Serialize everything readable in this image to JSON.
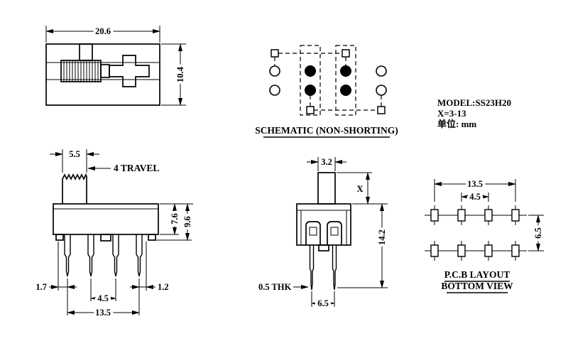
{
  "colors": {
    "ink": "#000000",
    "paper": "#ffffff"
  },
  "spec": {
    "model": "MODEL:SS23H20",
    "x_range": "X=3-13",
    "unit": "单位: mm"
  },
  "top_view": {
    "width": "20.6",
    "height": "10.4"
  },
  "schematic": {
    "title": "SCHEMATIC (NON-SHORTING)"
  },
  "front_view": {
    "knob_width": "5.5",
    "travel": "4 TRAVEL",
    "body_height": "7.6",
    "total_height": "9.6",
    "left_offset": "1.7",
    "pin_pitch": "4.5",
    "right_offset": "1.2",
    "pin_span": "13.5"
  },
  "side_view": {
    "knob_width": "3.2",
    "knob_height": "X",
    "total_height": "14.2",
    "pin_thickness": "0.5 THK",
    "row_pitch": "6.5"
  },
  "pcb": {
    "span": "13.5",
    "pitch": "4.5",
    "row_pitch": "6.5",
    "title": "P.C.B LAYOUT",
    "subtitle": "BOTTOM VIEW"
  }
}
